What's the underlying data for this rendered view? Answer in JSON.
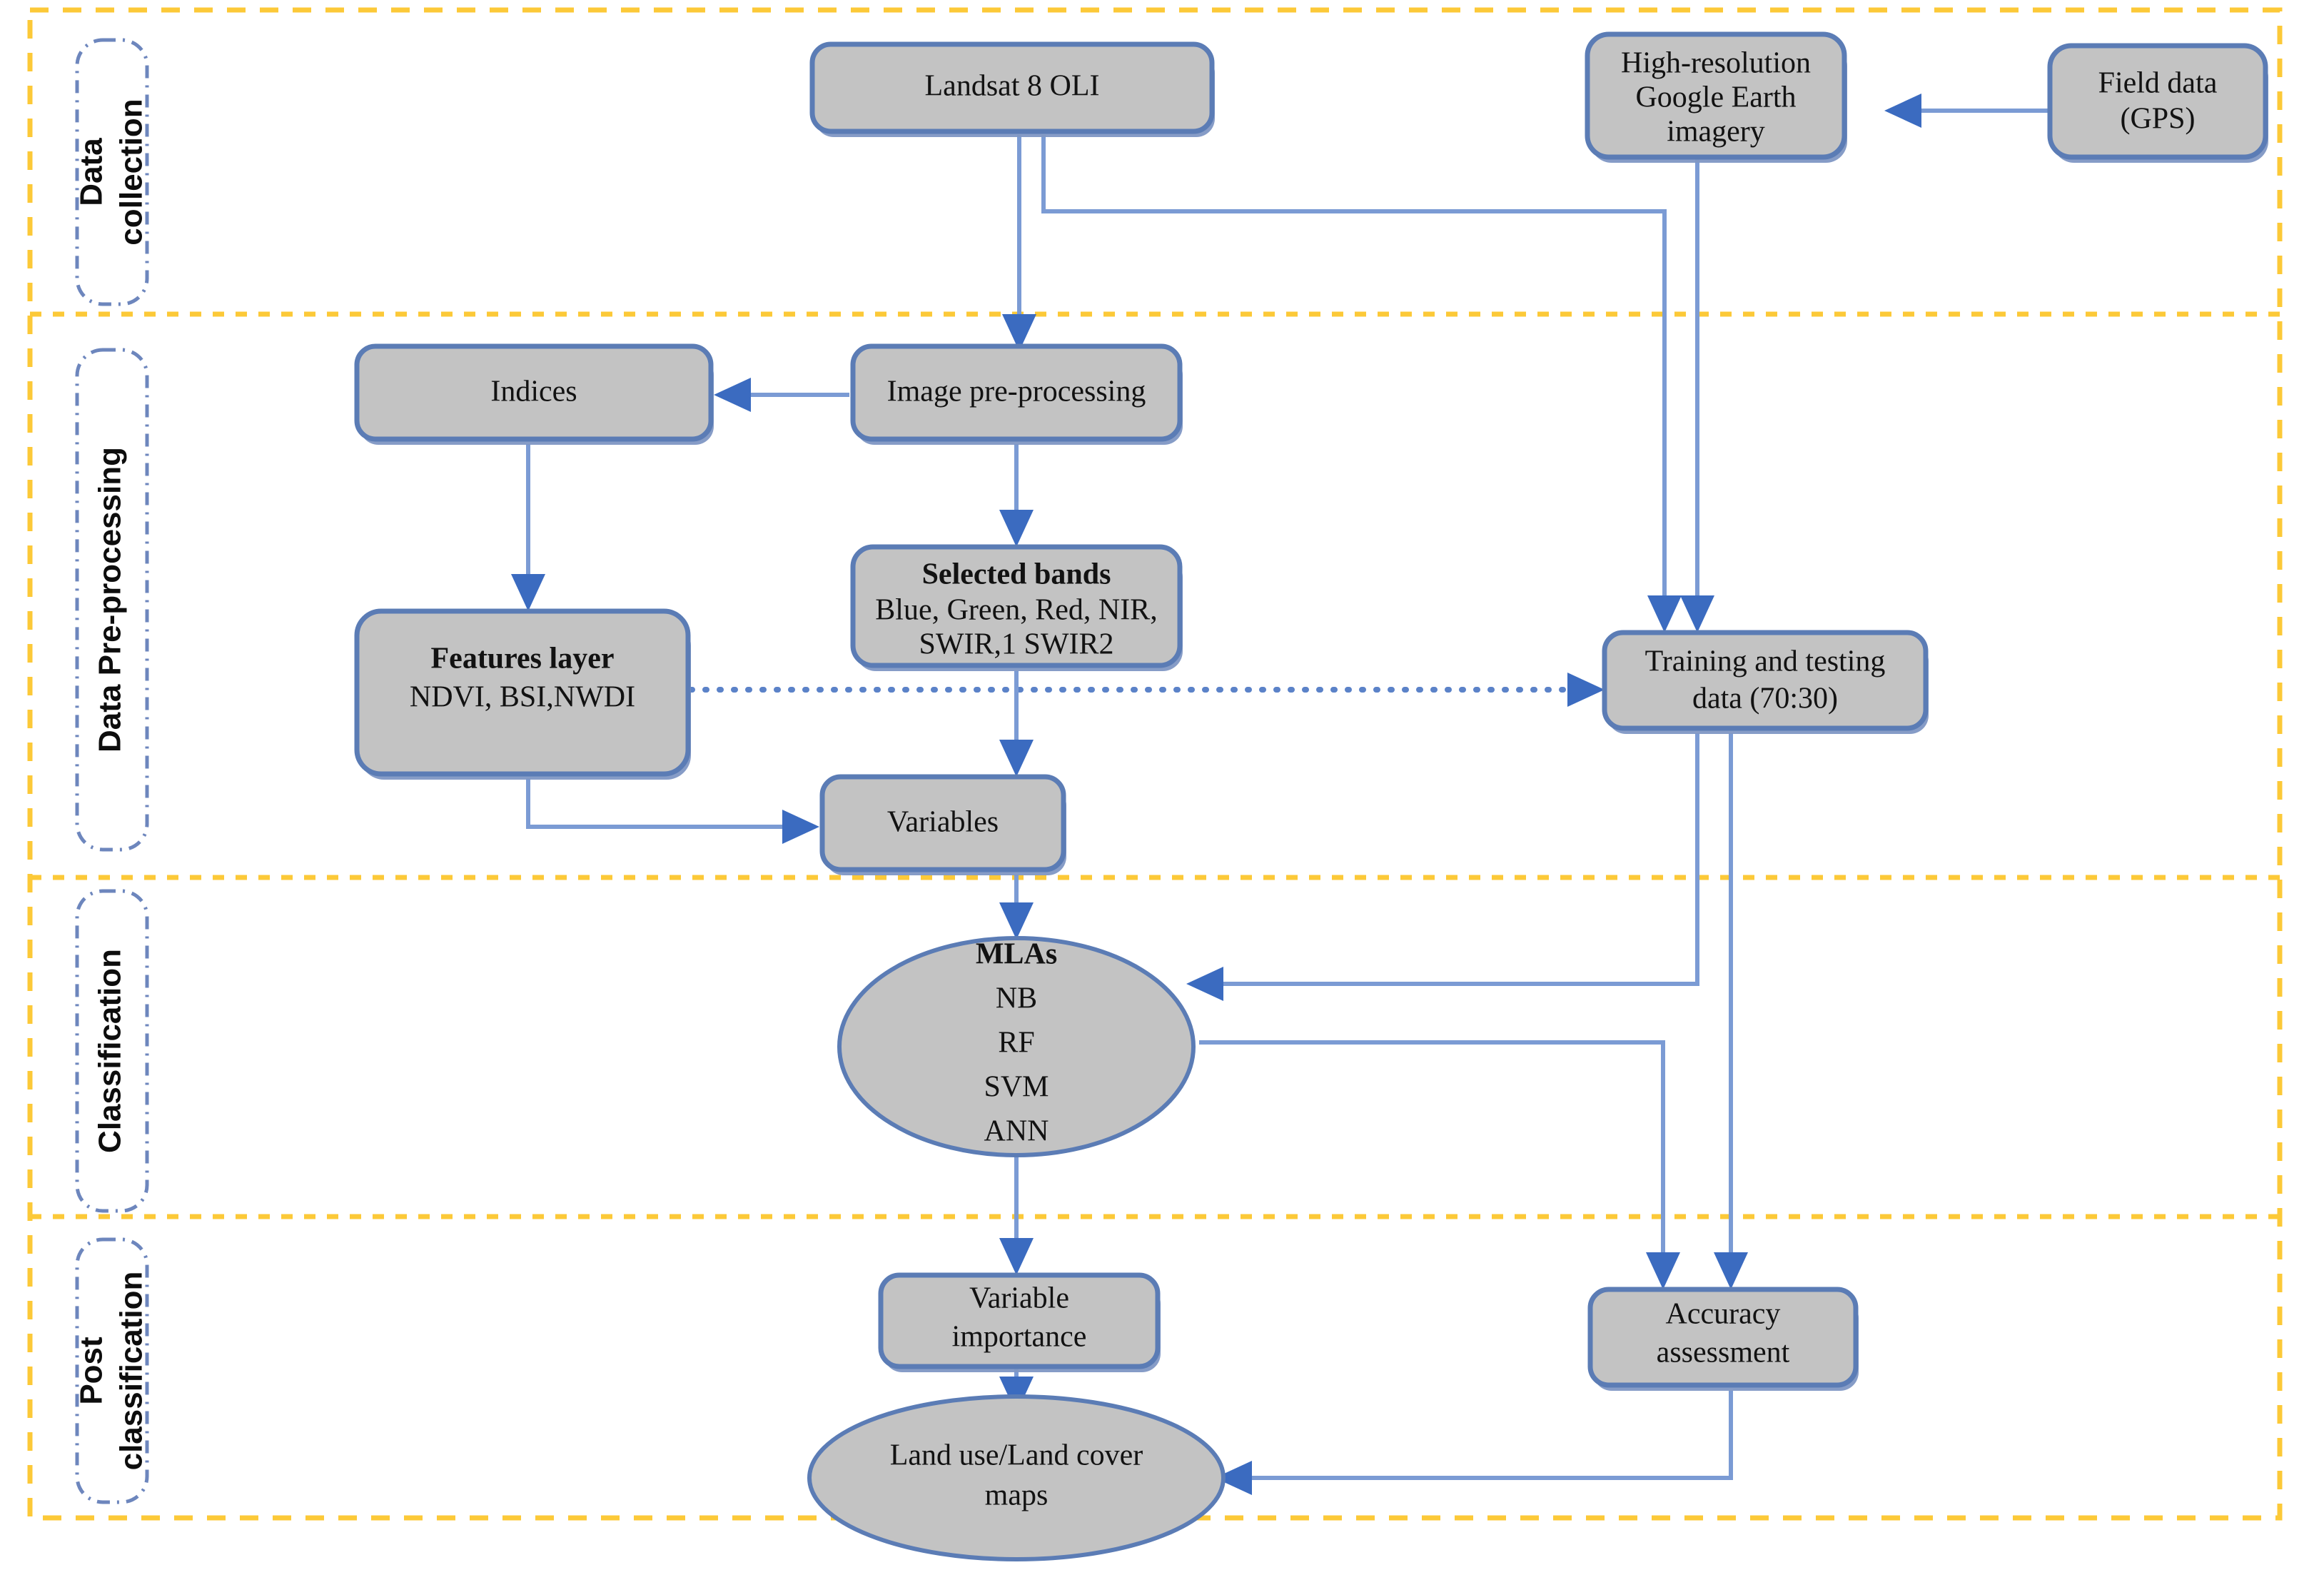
{
  "diagram": {
    "title": "Land use / Land cover classification methodology flowchart",
    "colors": {
      "node_fill": "#c3c3c3",
      "node_border": "#5b7cb5",
      "connector": "#7b9bd4",
      "arrowhead": "#3b6bc0",
      "outer_frame": "#fcc938",
      "stage_frame": "#6d86bd"
    }
  },
  "stages": [
    {
      "id": "data-collection",
      "label_lines": [
        "Data",
        "collection"
      ]
    },
    {
      "id": "data-preprocessing",
      "label_lines": [
        "Data Pre-processing"
      ]
    },
    {
      "id": "classification",
      "label_lines": [
        "Classification"
      ]
    },
    {
      "id": "post-classification",
      "label_lines": [
        "Post",
        "classification"
      ]
    }
  ],
  "nodes": {
    "landsat": {
      "shape": "box",
      "lines": [
        {
          "t": "Landsat 8 OLI",
          "b": false
        }
      ]
    },
    "google_earth": {
      "shape": "box",
      "lines": [
        {
          "t": "High-resolution",
          "b": false
        },
        {
          "t": "Google  Earth",
          "b": false
        },
        {
          "t": "imagery",
          "b": false
        }
      ]
    },
    "field_data": {
      "shape": "box",
      "lines": [
        {
          "t": "Field  data",
          "b": false
        },
        {
          "t": "(GPS)",
          "b": false
        }
      ]
    },
    "indices": {
      "shape": "box",
      "lines": [
        {
          "t": "Indices",
          "b": false
        }
      ]
    },
    "preprocessing": {
      "shape": "box",
      "lines": [
        {
          "t": "Image  pre-processing",
          "b": false
        }
      ]
    },
    "features": {
      "shape": "box",
      "lines": [
        {
          "t": "Features layer",
          "b": true
        },
        {
          "t": "NDVI, BSI,NWDI",
          "b": false
        }
      ]
    },
    "bands": {
      "shape": "box",
      "lines": [
        {
          "t": "Selected bands",
          "b": true
        },
        {
          "t": "Blue, Green, Red, NIR,",
          "b": false
        },
        {
          "t": "SWIR,1 SWIR2",
          "b": false
        }
      ]
    },
    "training": {
      "shape": "box",
      "lines": [
        {
          "t": "Training  and testing",
          "b": false
        },
        {
          "t": "data (70:30)",
          "b": false
        }
      ]
    },
    "variables": {
      "shape": "box",
      "lines": [
        {
          "t": "Variables",
          "b": false
        }
      ]
    },
    "mlas": {
      "shape": "ellipse",
      "lines": [
        {
          "t": "MLAs",
          "b": true
        },
        {
          "t": "NB",
          "b": false
        },
        {
          "t": "RF",
          "b": false
        },
        {
          "t": "SVM",
          "b": false
        },
        {
          "t": "ANN",
          "b": false
        }
      ]
    },
    "var_importance": {
      "shape": "box",
      "lines": [
        {
          "t": "Variable",
          "b": false
        },
        {
          "t": "importance",
          "b": false
        }
      ]
    },
    "accuracy": {
      "shape": "box",
      "lines": [
        {
          "t": "Accuracy",
          "b": false
        },
        {
          "t": "assessment",
          "b": false
        }
      ]
    },
    "lulc": {
      "shape": "ellipse",
      "lines": [
        {
          "t": "Land use/Land cover",
          "b": false
        },
        {
          "t": "maps",
          "b": false
        }
      ]
    }
  },
  "edges": [
    {
      "from": "field_data",
      "to": "google_earth",
      "style": "solid"
    },
    {
      "from": "landsat",
      "to": "preprocessing",
      "style": "solid"
    },
    {
      "from": "landsat",
      "to": "training",
      "style": "solid"
    },
    {
      "from": "google_earth",
      "to": "training",
      "style": "solid"
    },
    {
      "from": "preprocessing",
      "to": "indices",
      "style": "solid"
    },
    {
      "from": "preprocessing",
      "to": "bands",
      "style": "solid"
    },
    {
      "from": "indices",
      "to": "features",
      "style": "solid"
    },
    {
      "from": "features",
      "to": "training",
      "style": "dotted"
    },
    {
      "from": "features",
      "to": "variables",
      "style": "solid"
    },
    {
      "from": "bands",
      "to": "variables",
      "style": "solid"
    },
    {
      "from": "variables",
      "to": "mlas",
      "style": "solid"
    },
    {
      "from": "training",
      "to": "mlas",
      "style": "solid"
    },
    {
      "from": "training",
      "to": "accuracy",
      "style": "solid"
    },
    {
      "from": "mlas",
      "to": "accuracy",
      "style": "solid"
    },
    {
      "from": "mlas",
      "to": "var_importance",
      "style": "solid"
    },
    {
      "from": "var_importance",
      "to": "lulc",
      "style": "solid"
    },
    {
      "from": "accuracy",
      "to": "lulc",
      "style": "solid"
    }
  ]
}
